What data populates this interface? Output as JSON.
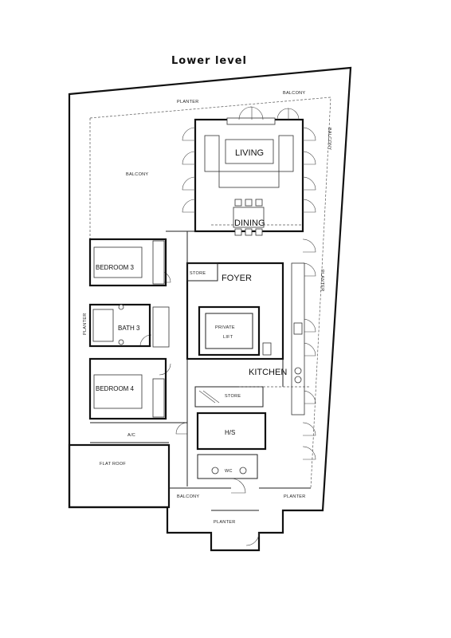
{
  "title": "Lower level",
  "labels": {
    "living": "LIVING",
    "dining": "DINING",
    "balcony_main": "BALCONY",
    "balcony_top": "BALCONY",
    "balcony_right": "BALCONY",
    "balcony_bottom": "BALCONY",
    "planter_top": "PLANTER",
    "planter_left": "PLANTER",
    "planter_right": "PLANTER",
    "planter_bottom_right": "PLANTER",
    "planter_bottom": "PLANTER",
    "bedroom3": "BEDROOM 3",
    "bath3": "BATH 3",
    "bedroom4": "BEDROOM 4",
    "store_top": "STORE",
    "foyer": "FOYER",
    "private_lift": "PRIVATE\nLIFT",
    "kitchen": "KITCHEN",
    "store_bottom": "STORE",
    "hs": "H/S",
    "wc": "WC",
    "ac": "A/C",
    "flat_roof": "FLAT ROOF"
  }
}
